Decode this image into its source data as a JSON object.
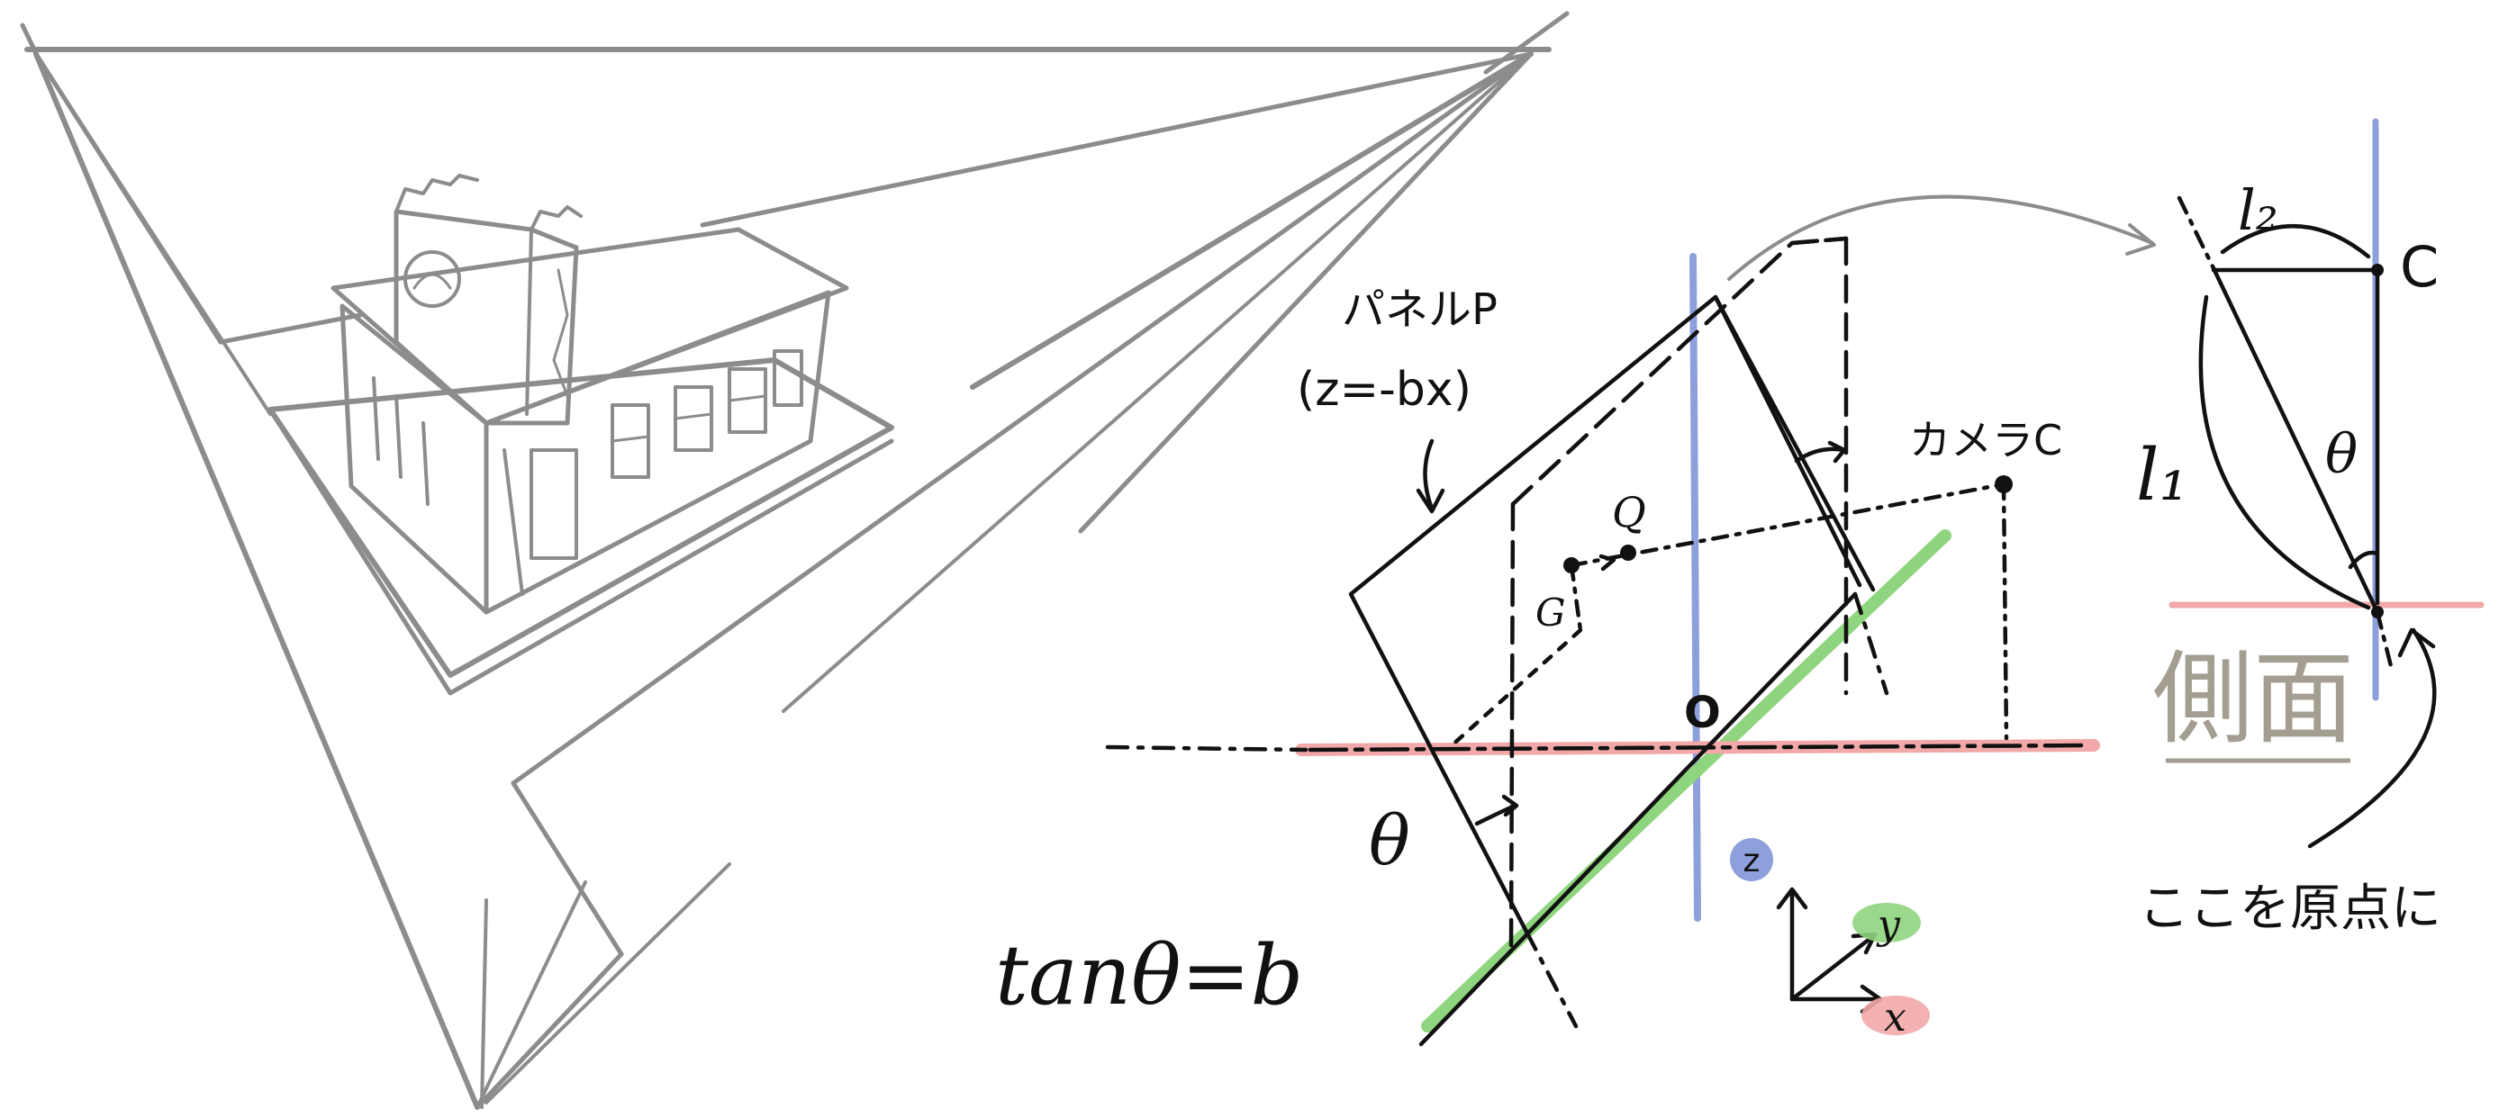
{
  "labels": {
    "panel_label": "パネルP",
    "panel_equation": "(z=-bx)",
    "camera_label": "カメラC",
    "point_q": "Q",
    "point_g": "G",
    "origin": "O",
    "theta_main": "θ",
    "tan_equation": "tanθ=b",
    "axis_z": "z",
    "axis_y": "y",
    "axis_x": "x",
    "side_l2": "l₂",
    "side_c": "C",
    "side_l1": "l₁",
    "side_theta": "θ",
    "side_view": "側面",
    "origin_note": "ここを原点に"
  },
  "colors": {
    "sketch_gray": "#8c8c8c",
    "ink": "#111111",
    "blue_axis": "#8ea0dc",
    "green_axis": "#8fd47e",
    "pink_axis": "#f2a8a8",
    "side_view_text": "#a39e91"
  }
}
